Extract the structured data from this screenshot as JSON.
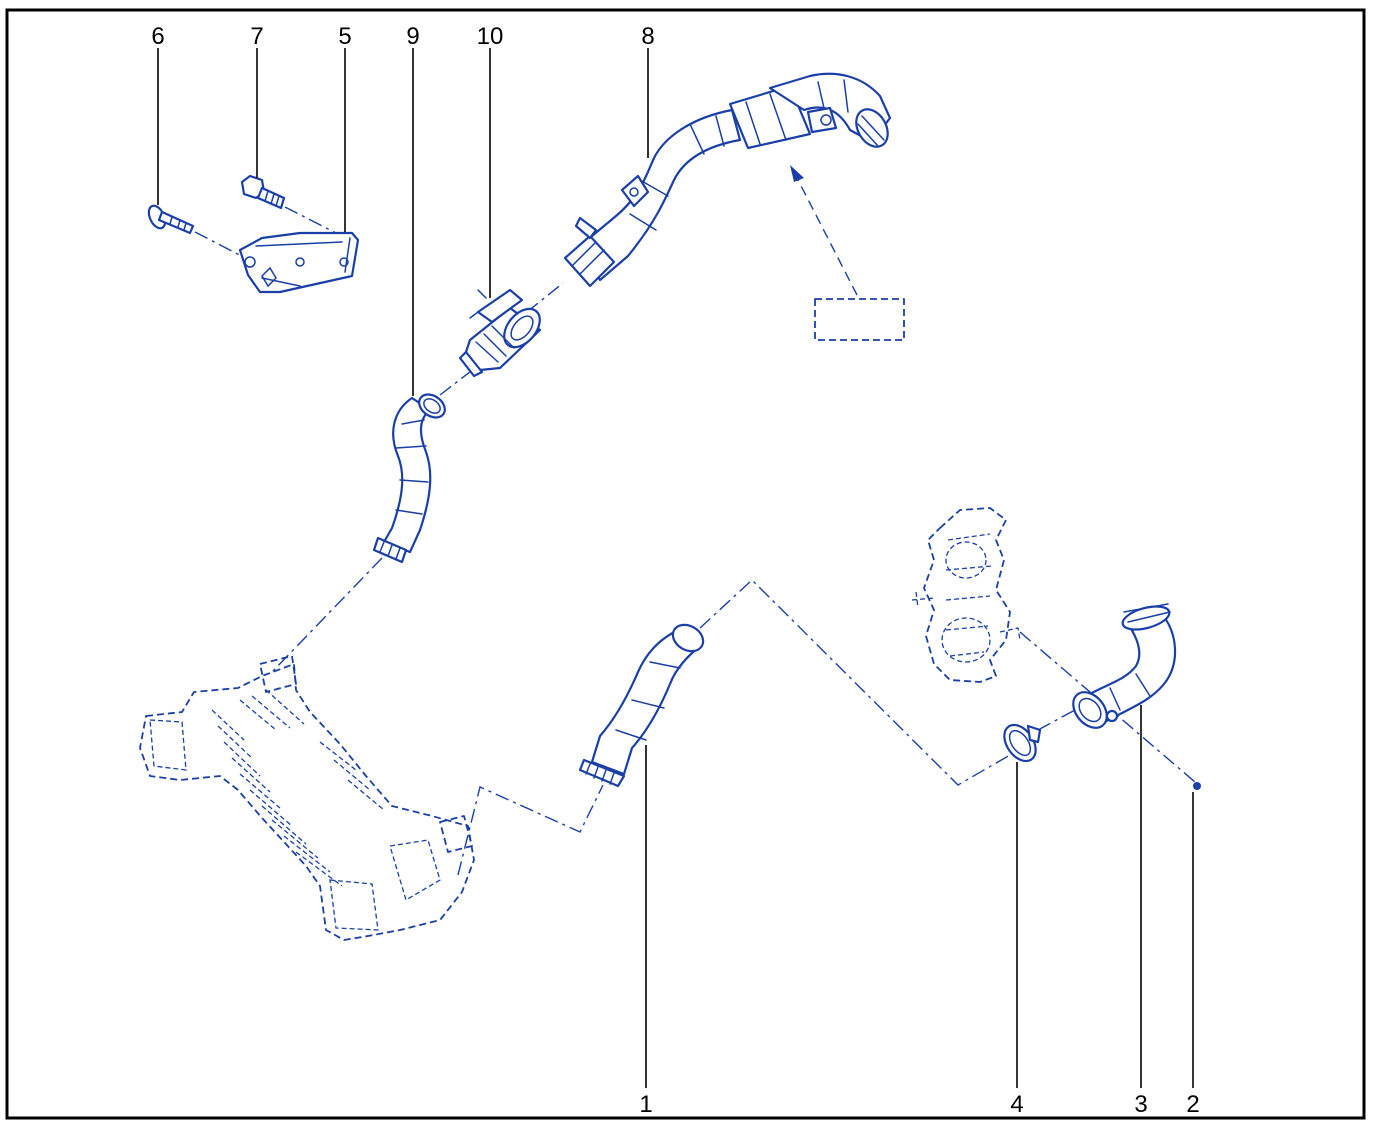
{
  "colors": {
    "part_stroke": "#1a3fa8",
    "frame": "#000000",
    "leader": "#000000",
    "background": "#ffffff"
  },
  "callouts": [
    {
      "id": "6",
      "label": "6"
    },
    {
      "id": "7",
      "label": "7"
    },
    {
      "id": "5",
      "label": "5"
    },
    {
      "id": "9",
      "label": "9"
    },
    {
      "id": "10",
      "label": "10"
    },
    {
      "id": "8",
      "label": "8"
    },
    {
      "id": "1",
      "label": "1"
    },
    {
      "id": "4",
      "label": "4"
    },
    {
      "id": "3",
      "label": "3"
    },
    {
      "id": "2",
      "label": "2"
    }
  ]
}
